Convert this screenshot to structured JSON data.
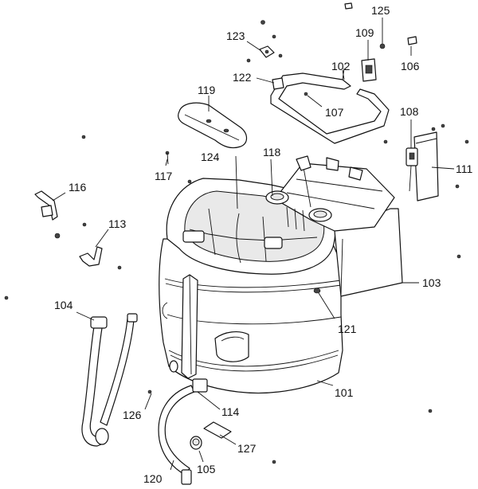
{
  "callouts": {
    "c101": "101",
    "c102": "102",
    "c103": "103",
    "c104": "104",
    "c105": "105",
    "c106": "106",
    "c107": "107",
    "c108": "108",
    "c109": "109",
    "c111": "111",
    "c113": "113",
    "c114": "114",
    "c116": "116",
    "c117": "117",
    "c118": "118",
    "c119": "119",
    "c120": "120",
    "c121": "121",
    "c122": "122",
    "c123": "123",
    "c124": "124",
    "c125": "125",
    "c126": "126",
    "c127": "127"
  }
}
